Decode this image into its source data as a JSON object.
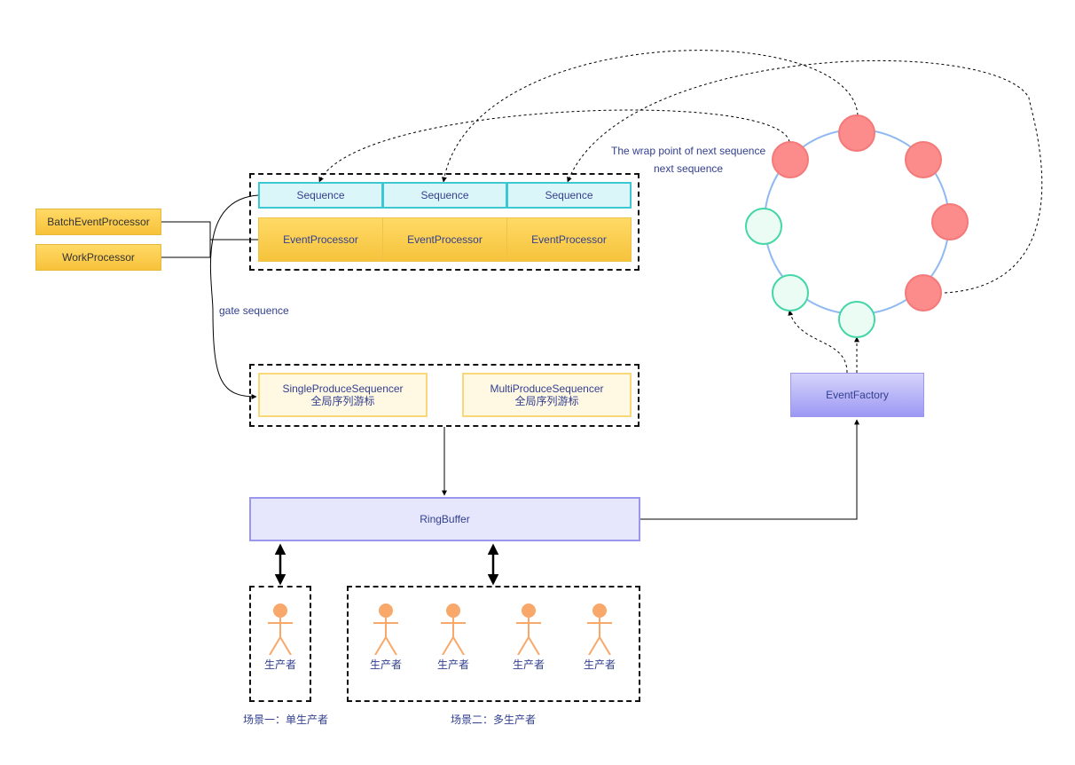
{
  "processors": {
    "batch_label": "BatchEventProcessor",
    "work_label": "WorkProcessor"
  },
  "sequences": [
    "Sequence",
    "Sequence",
    "Sequence"
  ],
  "event_processors": [
    "EventProcessor",
    "EventProcessor",
    "EventProcessor"
  ],
  "gate_label": "gate sequence",
  "sequencers": {
    "single": {
      "name": "SingleProduceSequencer",
      "sub": "全局序列游标"
    },
    "multi": {
      "name": "MultiProduceSequencer",
      "sub": "全局序列游标"
    }
  },
  "ring_buffer_label": "RingBuffer",
  "event_factory_label": "EventFactory",
  "ring_annotations": {
    "wrap_point": "The wrap point of next sequence",
    "next_sequence": "next sequence"
  },
  "producer_label": "生产者",
  "scenario_single": "场景一：单生产者",
  "scenario_multi": "场景二：多生产者",
  "colors": {
    "slot_filled": "#fc8b8b",
    "slot_empty": "#eafcf4",
    "ring_circle": "#8fb9f0",
    "actor": "#f7a86a"
  }
}
